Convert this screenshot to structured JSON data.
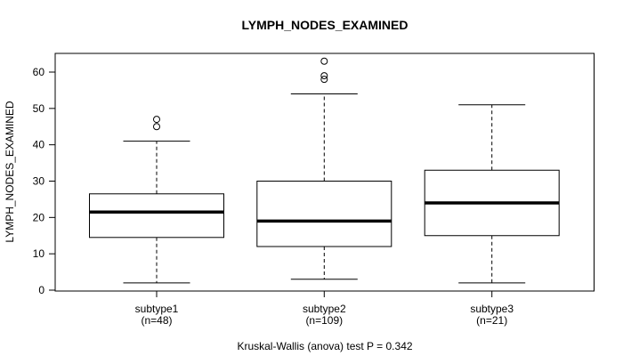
{
  "chart_data": {
    "type": "boxplot",
    "title": "LYMPH_NODES_EXAMINED",
    "ylabel": "LYMPH_NODES_EXAMINED",
    "xlabel": "",
    "ylim": [
      0,
      65
    ],
    "yticks": [
      0,
      10,
      20,
      30,
      40,
      50,
      60
    ],
    "grid": false,
    "legend": "none",
    "categories": [
      "subtype1",
      "subtype2",
      "subtype3"
    ],
    "group_sizes": [
      "(n=48)",
      "(n=109)",
      "(n=21)"
    ],
    "series": [
      {
        "name": "subtype1",
        "n": 48,
        "whisker_low": 2,
        "q1": 14.5,
        "median": 21.5,
        "q3": 26.5,
        "whisker_high": 41,
        "outliers": [
          45,
          47
        ]
      },
      {
        "name": "subtype2",
        "n": 109,
        "whisker_low": 3,
        "q1": 12,
        "median": 19,
        "q3": 30,
        "whisker_high": 54,
        "outliers": [
          58,
          59,
          63
        ]
      },
      {
        "name": "subtype3",
        "n": 21,
        "whisker_low": 2,
        "q1": 15,
        "median": 24,
        "q3": 33,
        "whisker_high": 51,
        "outliers": []
      }
    ],
    "annotation": "Kruskal-Wallis (anova) test P = 0.342",
    "colors": {
      "line": "#000000",
      "median": "#000000",
      "box_fill": "#ffffff",
      "background": "#ffffff",
      "text": "#000000"
    }
  }
}
